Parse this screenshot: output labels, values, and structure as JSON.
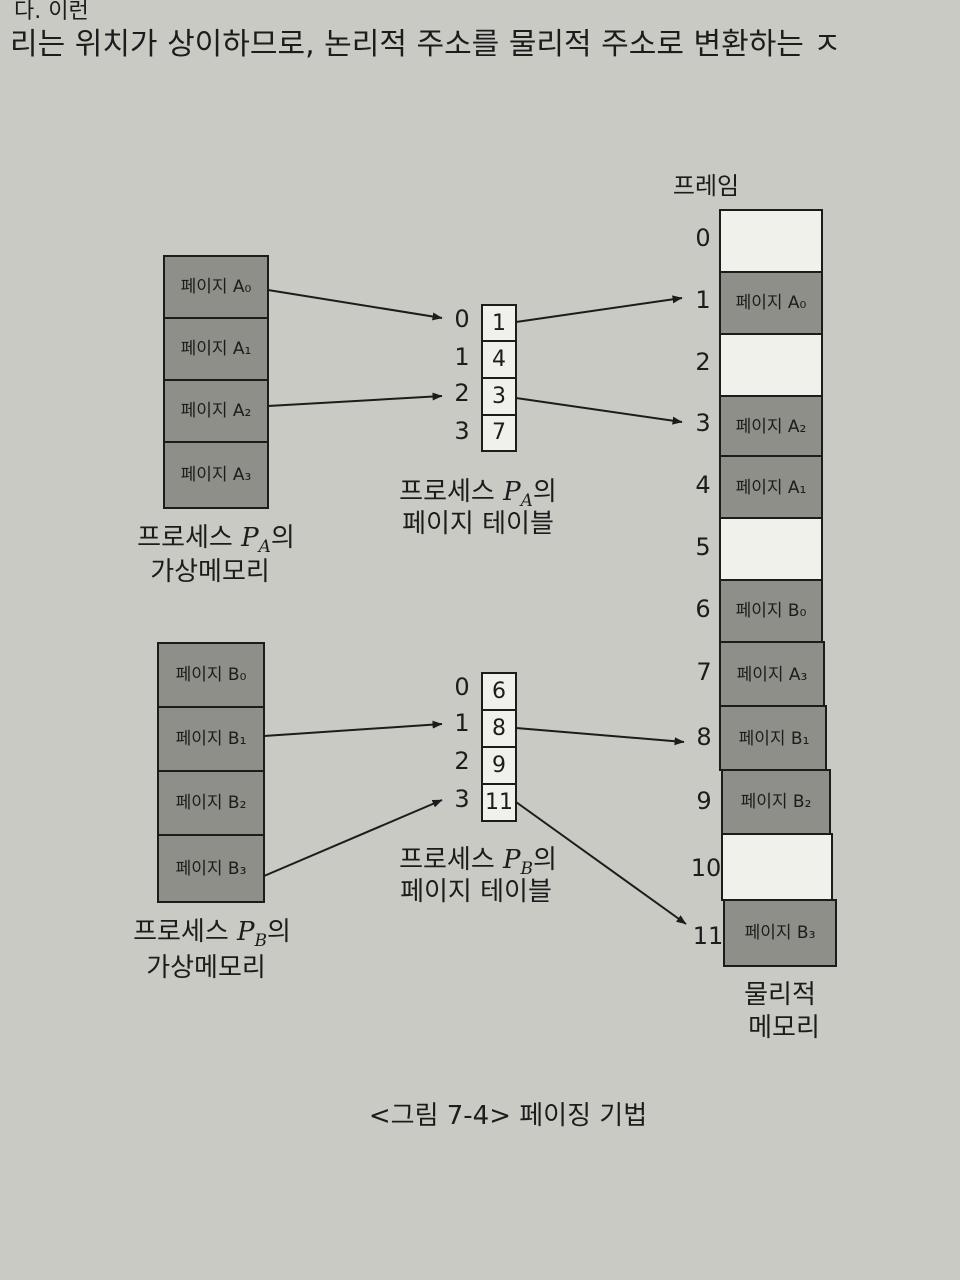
{
  "page": {
    "top_text_partial": "다. 이런",
    "intro_line": "리는 위치가 상이하므로, 논리적 주소를 물리적 주소로 변환하는 ㅈ"
  },
  "process_a": {
    "pages": [
      "페이지 A₀",
      "페이지 A₁",
      "페이지 A₂",
      "페이지 A₃"
    ],
    "label_line1_prefix": "프로세스 ",
    "label_italic": "P",
    "label_sub": "A",
    "label_line1_suffix": "의",
    "label_line2": "가상메모리",
    "table": {
      "indices": [
        "0",
        "1",
        "2",
        "3"
      ],
      "frames": [
        "1",
        "4",
        "3",
        "7"
      ],
      "caption_prefix": "프로세스 ",
      "caption_italic": "P",
      "caption_sub": "A",
      "caption_suffix": "의",
      "caption_line2": "페이지 테이블"
    }
  },
  "process_b": {
    "pages": [
      "페이지 B₀",
      "페이지 B₁",
      "페이지 B₂",
      "페이지 B₃"
    ],
    "label_line1_prefix": "프로세스 ",
    "label_italic": "P",
    "label_sub": "B",
    "label_line1_suffix": "의",
    "label_line2": "가상메모리",
    "table": {
      "indices": [
        "0",
        "1",
        "2",
        "3"
      ],
      "frames": [
        "6",
        "8",
        "9",
        "11"
      ],
      "caption_prefix": "프로세스 ",
      "caption_italic": "P",
      "caption_sub": "B",
      "caption_suffix": "의",
      "caption_line2": "페이지 테이블"
    }
  },
  "physical_memory": {
    "header": "프레임",
    "frame_numbers": [
      "0",
      "1",
      "2",
      "3",
      "4",
      "5",
      "6",
      "7",
      "8",
      "9",
      "10",
      "11"
    ],
    "contents": [
      "",
      "페이지 A₀",
      "",
      "페이지 A₂",
      "페이지 A₁",
      "",
      "페이지 B₀",
      "페이지 A₃",
      "페이지 B₁",
      "페이지 B₂",
      "",
      "페이지 B₃"
    ],
    "label_line1": "물리적",
    "label_line2": "메모리"
  },
  "caption": "<그림 7-4> 페이징 기법",
  "colors": {
    "paper": "#c9cac3",
    "filled_cell": "#8e8f89",
    "empty_cell": "#f1f1ec",
    "line": "#1c1c1c"
  }
}
